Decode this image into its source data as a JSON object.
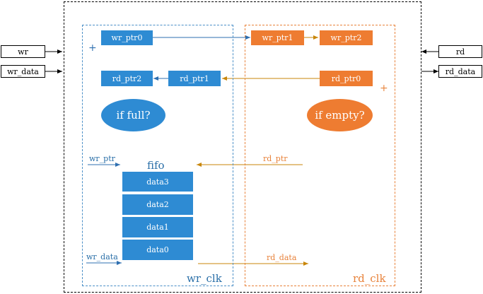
{
  "ports": {
    "wr": "wr",
    "wr_data": "wr_data",
    "rd": "rd",
    "rd_data": "rd_data"
  },
  "write_domain": {
    "clock_label": "wr_clk",
    "plus": "+",
    "wr_ptr0": "wr_ptr0",
    "rd_ptr2": "rd_ptr2",
    "rd_ptr1": "rd_ptr1",
    "full_check": "if full?",
    "wr_ptr_label": "wr_ptr",
    "wr_data_label": "wr_data"
  },
  "read_domain": {
    "clock_label": "rd_clk",
    "plus": "+",
    "wr_ptr1": "wr_ptr1",
    "wr_ptr2": "wr_ptr2",
    "rd_ptr0": "rd_ptr0",
    "empty_check": "if empty?",
    "rd_ptr_label": "rd_ptr",
    "rd_data_label": "rd_data"
  },
  "fifo": {
    "title": "fifo",
    "cells": [
      "data3",
      "data2",
      "data1",
      "data0"
    ]
  },
  "colors": {
    "write_accent": "#2e8bd3",
    "read_accent": "#ee7c31",
    "read_arrow": "#c8860a"
  }
}
